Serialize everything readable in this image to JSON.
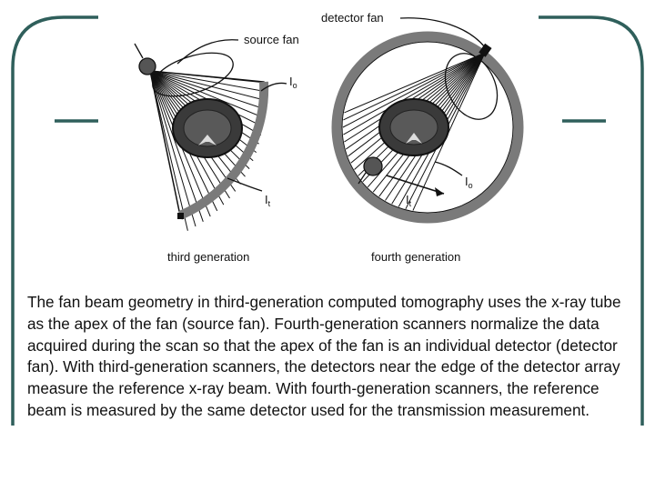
{
  "labels": {
    "detector_fan": "detector fan",
    "source_fan": "source fan",
    "third_generation": "third generation",
    "fourth_generation": "fourth generation",
    "io_symbol": "I",
    "io_sub": "o",
    "it_symbol": "I",
    "it_sub": "t"
  },
  "caption": "The fan beam geometry in third-generation computed tomography uses the x-ray tube as the apex of the fan (source fan). Fourth-generation scanners normalize the data acquired during the scan so that the apex of the fan is an individual detector (detector fan). With third-generation scanners, the detectors near the edge of the detector array measure the reference x-ray beam. With fourth-generation scanners, the reference beam is measured by the same detector used for the transmission measurement.",
  "colors": {
    "frame": "#2f5f5b",
    "detector_arc": "#7a7a7a",
    "ink": "#111111"
  }
}
